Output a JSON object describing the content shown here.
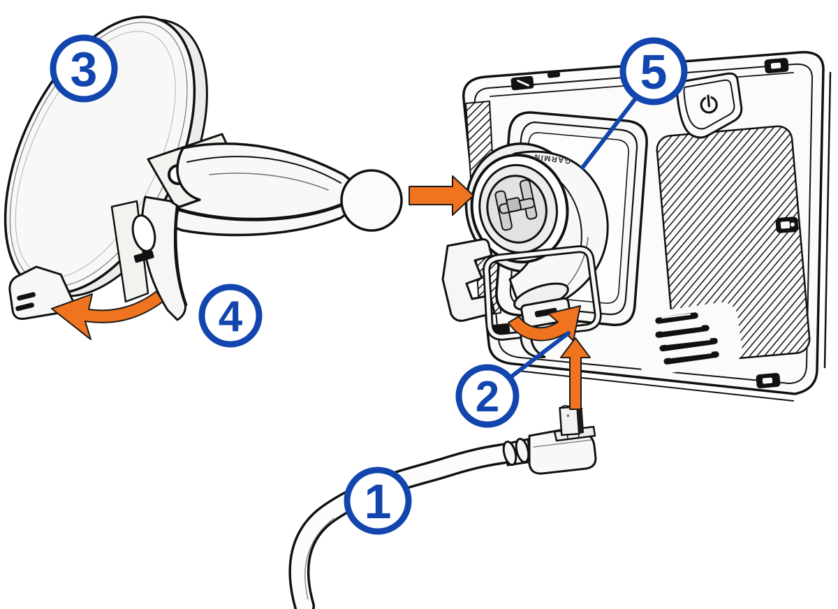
{
  "figure": {
    "type": "instructional-diagram",
    "background": "#ffffff",
    "brand_text": "GARMIN",
    "callouts": [
      {
        "number": "1"
      },
      {
        "number": "2"
      },
      {
        "number": "3"
      },
      {
        "number": "4"
      },
      {
        "number": "5"
      }
    ],
    "colors": {
      "callout_blue": "#1245AE",
      "arrow_orange": "#F0741F",
      "outline_black": "#111111"
    }
  }
}
